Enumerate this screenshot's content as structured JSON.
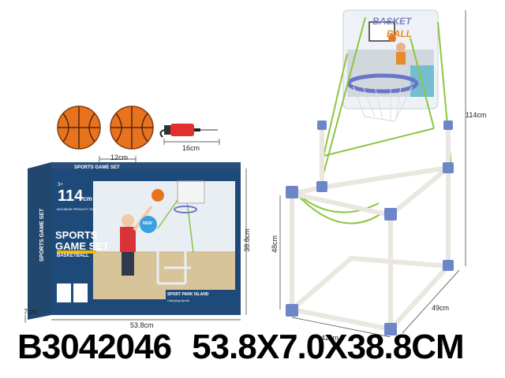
{
  "product": {
    "code": "B3042046",
    "size": "53.8X7.0X38.8CM"
  },
  "accessories": {
    "ball_dim": "12cm",
    "pump_dim": "16cm"
  },
  "box": {
    "top_label": "SPORTS GAME SET",
    "height_text": "114",
    "height_unit": "cm",
    "height_caption": "MAXIMUM PRODUCT SIZE",
    "title_line1": "SPORTS",
    "title_line2": "GAME SET",
    "subtitle": "BASKETBALL",
    "side_text": "SPORTS GAME SET",
    "brand": "SPORT PARK ISLAND",
    "brand_sub": "Camping sports",
    "age": "3+",
    "new_badge": "NEW",
    "dim_width": "53.8cm",
    "dim_depth": "7cm",
    "dim_height": "38.8cm"
  },
  "stand": {
    "backboard_text_1": "BASKET",
    "backboard_text_2": "BALL",
    "dim_height": "114cm",
    "dim_lower": "48cm",
    "dim_width": "42cm",
    "dim_depth": "49cm"
  }
}
